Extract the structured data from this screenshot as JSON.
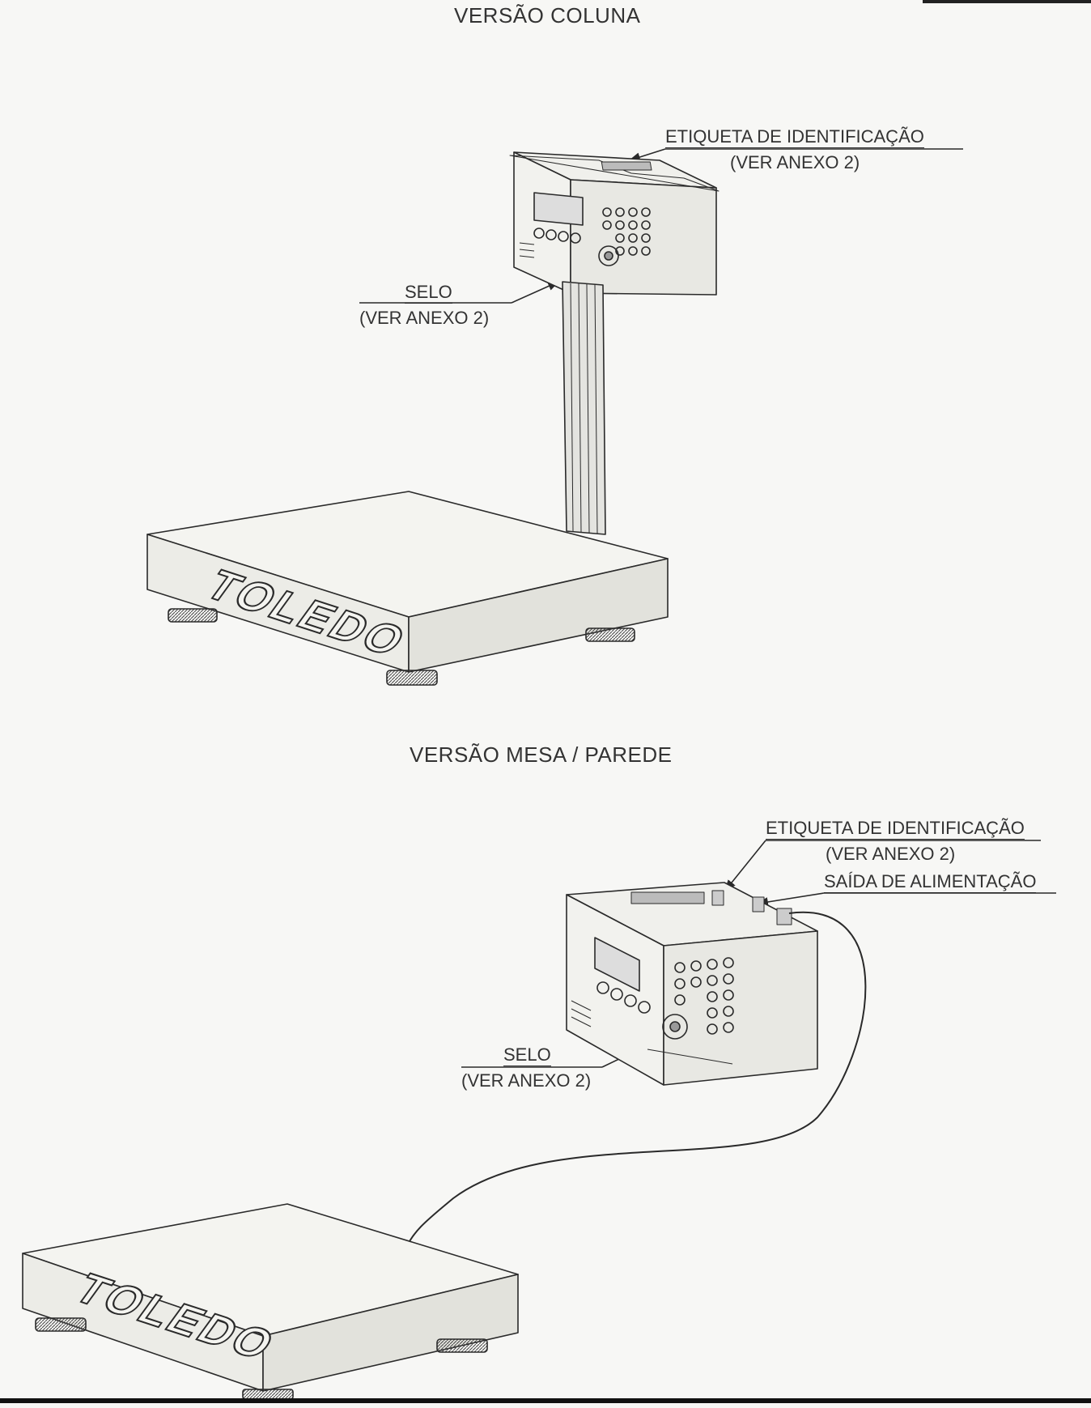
{
  "sections": {
    "column": {
      "title": "VERSÃO COLUNA",
      "label_id_line1": "ETIQUETA DE IDENTIFICAÇÃO",
      "label_id_line2": "(VER ANEXO 2)",
      "label_seal_line1": "SELO",
      "label_seal_line2": "(VER ANEXO 2)",
      "brand": "TOLEDO"
    },
    "table_wall": {
      "title": "VERSÃO MESA / PAREDE",
      "label_id_line1": "ETIQUETA DE IDENTIFICAÇÃO",
      "label_id_line2": "(VER ANEXO 2)",
      "label_power": "SAÍDA DE ALIMENTAÇÃO",
      "label_seal_line1": "SELO",
      "label_seal_line2": "(VER ANEXO 2)",
      "brand": "TOLEDO"
    }
  },
  "colors": {
    "ink": "#2a2a2a",
    "paper": "#f7f7f5"
  }
}
